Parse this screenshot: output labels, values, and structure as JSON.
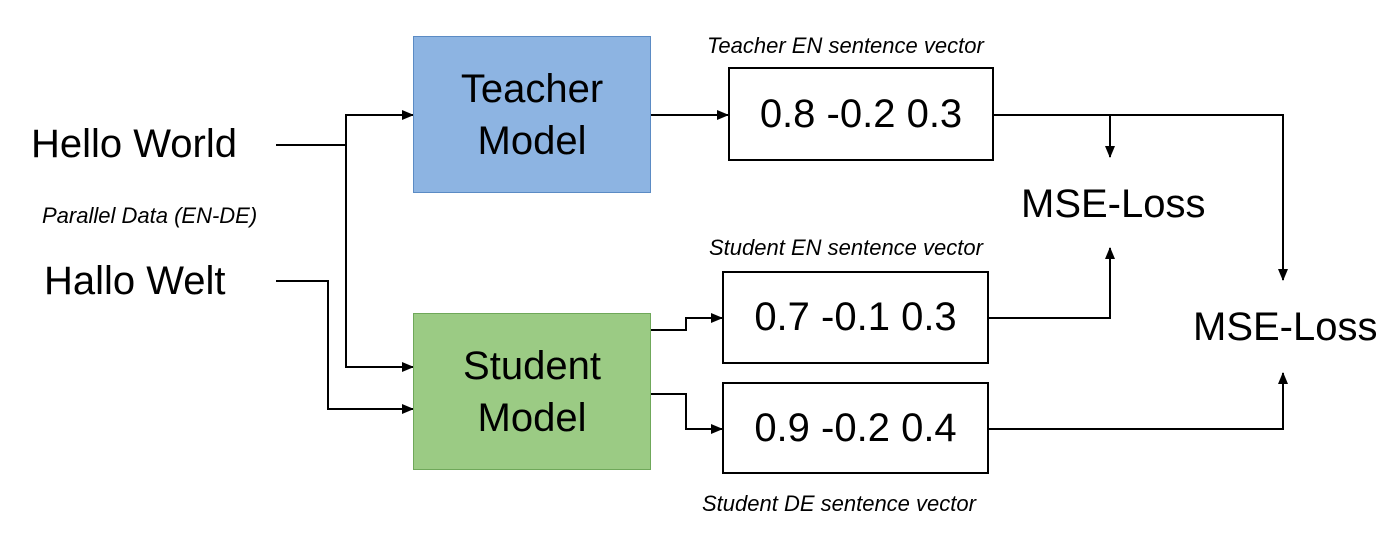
{
  "inputs": {
    "english": "Hello World",
    "german": "Hallo Welt",
    "parallel_label": "Parallel Data (EN-DE)"
  },
  "models": {
    "teacher": {
      "line1": "Teacher",
      "line2": "Model",
      "color": "#8db4e2"
    },
    "student": {
      "line1": "Student",
      "line2": "Model",
      "color": "#9bcb84"
    }
  },
  "vectors": {
    "teacher_en": {
      "label": "Teacher EN sentence vector",
      "value": "0.8 -0.2 0.3"
    },
    "student_en": {
      "label": "Student EN sentence vector",
      "value": "0.7 -0.1 0.3"
    },
    "student_de": {
      "label": "Student DE sentence vector",
      "value": "0.9 -0.2 0.4"
    }
  },
  "losses": {
    "mse_upper": "MSE-Loss",
    "mse_right": "MSE-Loss"
  }
}
